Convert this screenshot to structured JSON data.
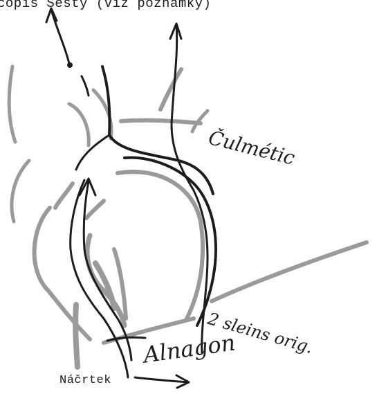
{
  "header_fragment": "čopis Sesty (viz poznámky)",
  "labels": {
    "culmetic": "Čulmétic",
    "two_sleins": "2 sleins orig.",
    "alnagon": "Alnagon",
    "sketch_label": "Náčrtek"
  },
  "colors": {
    "ink": "#1c1c1c",
    "pencil": "#9a9a9a",
    "paper": "#ffffff"
  }
}
